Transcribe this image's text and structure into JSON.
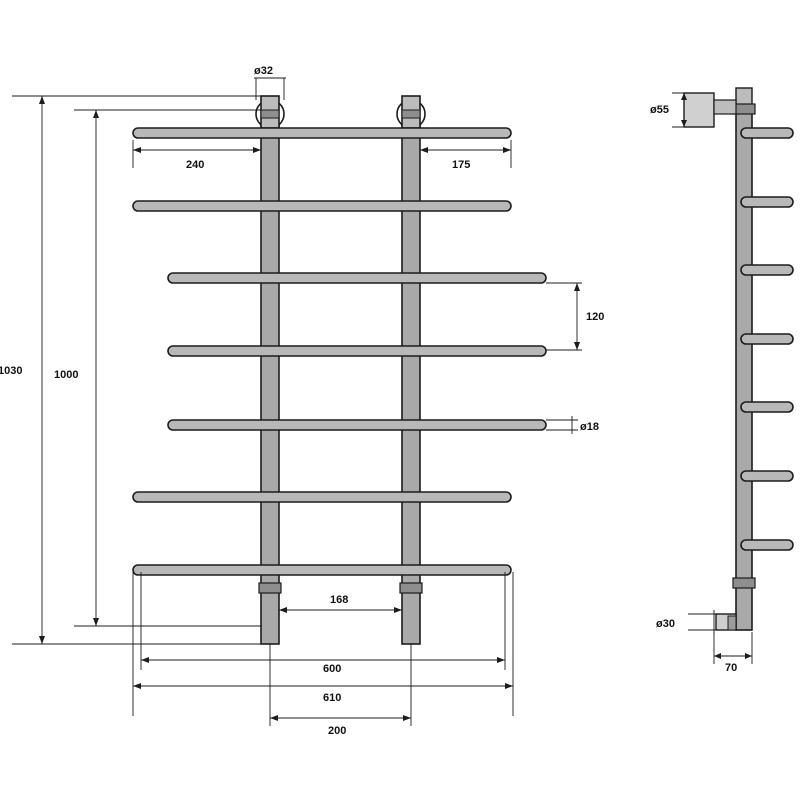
{
  "front_view": {
    "total_height": "1030",
    "axis_height": "1000",
    "mount_diameter": "ø32",
    "left_overhang": "240",
    "right_overhang": "175",
    "bar_spacing": "120",
    "bar_diameter": "ø18",
    "inner_gap": "168",
    "bar_length": "600",
    "overall_width": "610",
    "post_spacing": "200"
  },
  "side_view": {
    "top_fitting_diameter": "ø55",
    "bottom_fitting_diameter": "ø30",
    "depth": "70"
  },
  "colors": {
    "line": "#1c1c1c",
    "bar_fill": "#b8b8b8",
    "post_fill": "#a9a9a9"
  }
}
